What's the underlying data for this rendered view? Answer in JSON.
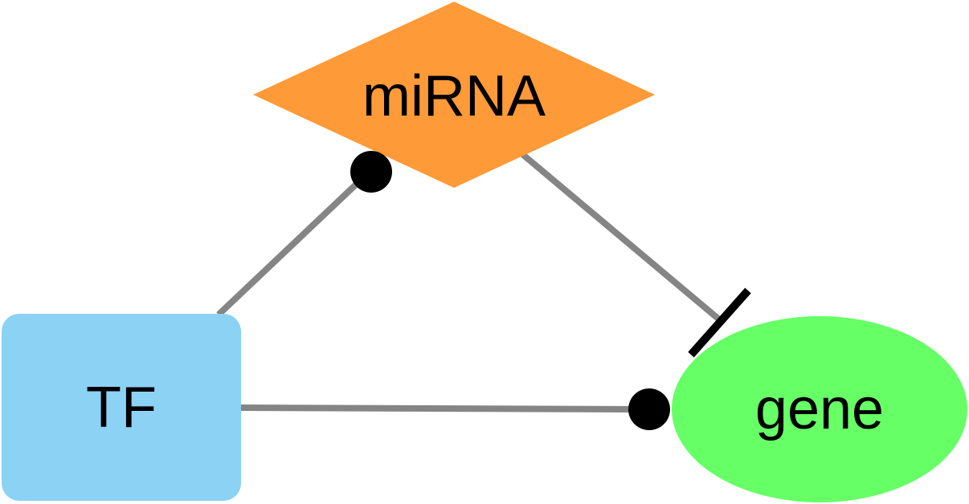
{
  "diagram": {
    "nodes": {
      "mirna": {
        "label": "miRNA",
        "shape": "diamond",
        "color": "#FF9A38"
      },
      "tf": {
        "label": "TF",
        "shape": "rounded-rectangle",
        "color": "#8BD2F5"
      },
      "gene": {
        "label": "gene",
        "shape": "ellipse",
        "color": "#66FF66"
      }
    },
    "edges": [
      {
        "from": "tf",
        "to": "mirna",
        "end": "circle"
      },
      {
        "from": "mirna",
        "to": "gene",
        "end": "bar"
      },
      {
        "from": "tf",
        "to": "gene",
        "end": "circle"
      }
    ],
    "edge_color": "#858585",
    "marker_color": "#000000"
  }
}
